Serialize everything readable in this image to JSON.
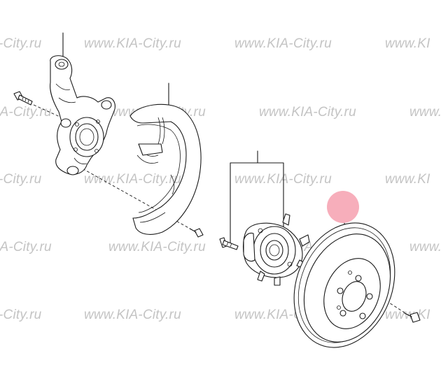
{
  "watermark": {
    "text_left_cut": "-City.ru",
    "text_full": "www.KIA-City.ru",
    "text_right_cut": "www.KI",
    "text_left_cut_b": "IA-City.ru"
  },
  "callout": {
    "color": "#f7aebb"
  }
}
